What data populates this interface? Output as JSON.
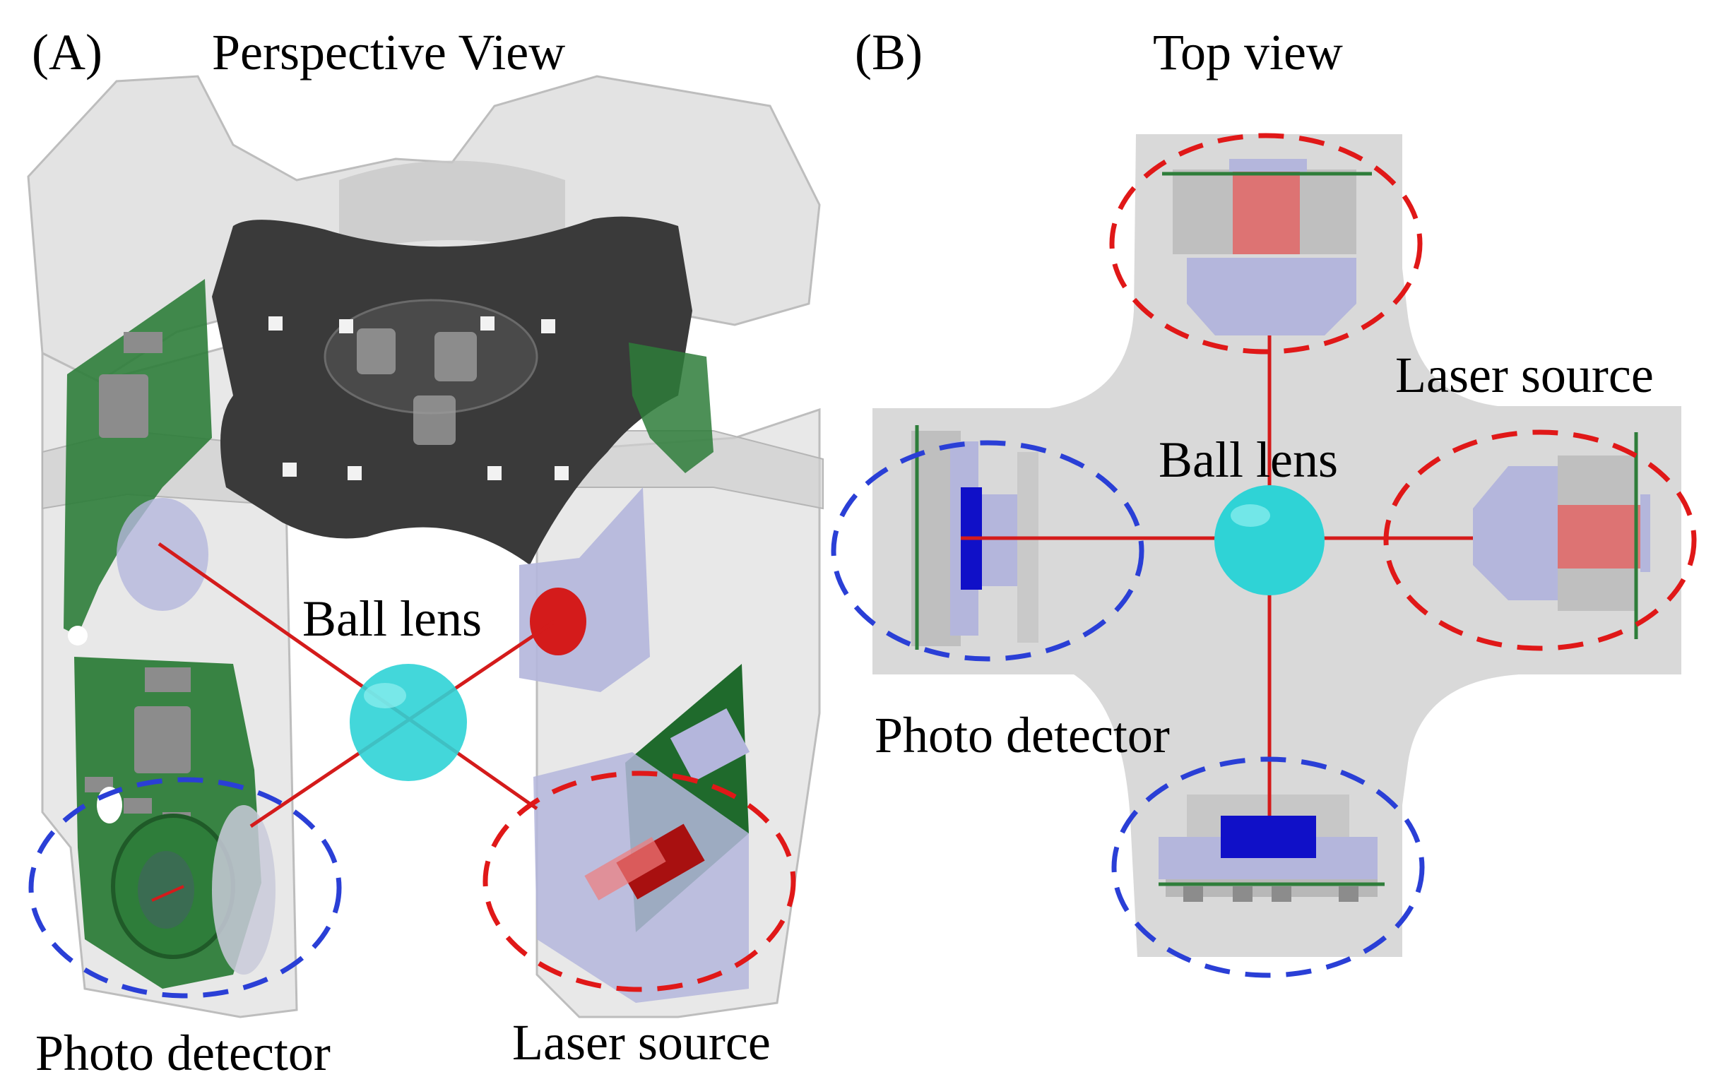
{
  "panel_a": {
    "tag": "(A)",
    "title": "Perspective View",
    "ball_lens": "Ball lens",
    "photo_detector": "Photo detector",
    "laser_source": "Laser source"
  },
  "panel_b": {
    "tag": "(B)",
    "title": "Top view",
    "ball_lens": "Ball lens",
    "photo_detector": "Photo detector",
    "laser_source": "Laser source"
  },
  "colors": {
    "housing": "#d9d9d9",
    "pcb": "#2e7d3a",
    "plate": "#3a3a3a",
    "lens": "#2fd3d6",
    "beam": "#d41b1b",
    "laser_body": "#b4b6dc",
    "detector": "#1010c8",
    "detector_marker": "#2a3fd6",
    "laser_marker": "#e01818"
  }
}
